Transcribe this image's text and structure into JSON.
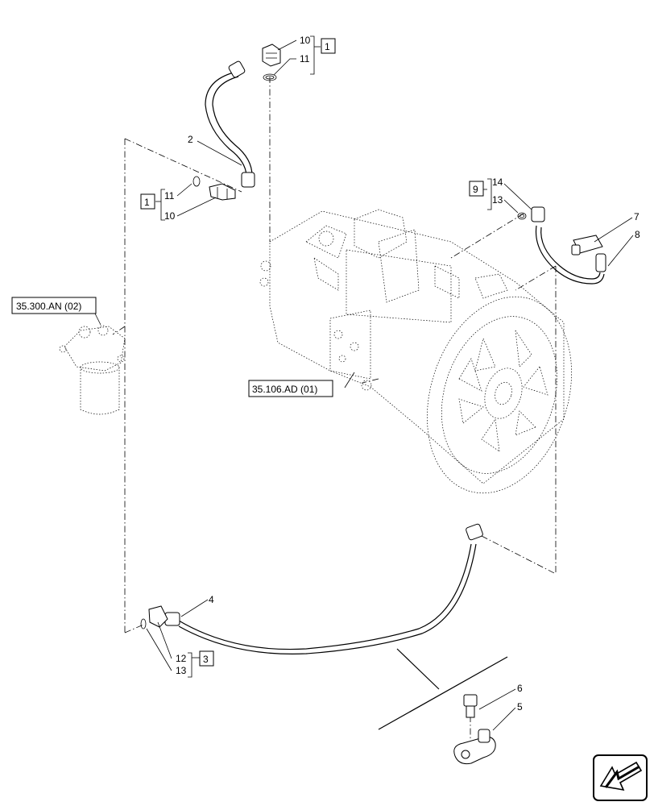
{
  "callouts": {
    "c10_top": "10",
    "c11_top": "11",
    "c2": "2",
    "c11_left": "11",
    "c10_left": "10",
    "c14": "14",
    "c13_right": "13",
    "c7": "7",
    "c8": "8",
    "c4": "4",
    "c12": "12",
    "c13_bottom": "13",
    "c6": "6",
    "c5": "5"
  },
  "group_refs": {
    "top_group": "1",
    "left_group": "1",
    "right_group": "9",
    "bottom_group": "3"
  },
  "references": {
    "filter_ref": "35.300.AN (02)",
    "pump_ref": "35.106.AD (01)"
  },
  "icons": {
    "corner": "arrow-down-left-icon"
  }
}
